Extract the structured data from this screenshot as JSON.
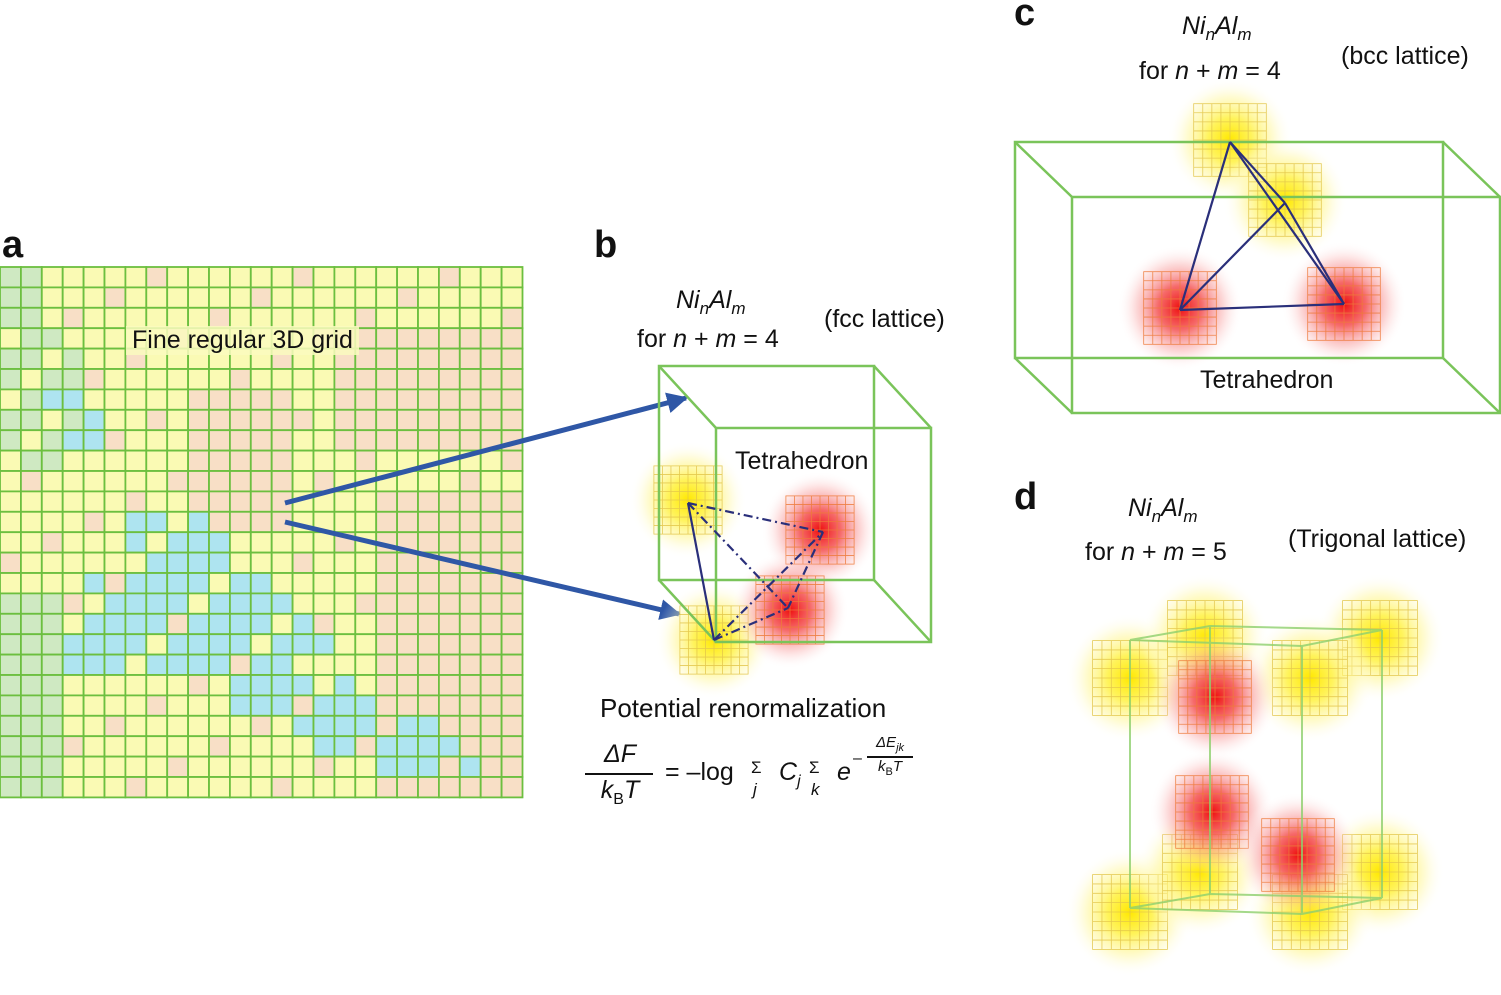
{
  "panels": {
    "a": {
      "letter": "a",
      "grid_label": "Fine regular 3D grid"
    },
    "b": {
      "letter": "b",
      "formula_ni": "Ni",
      "formula_n": "n",
      "formula_al": "Al",
      "formula_m": "m",
      "condition_prefix": "for ",
      "condition_n": "n",
      "condition_plus": " + ",
      "condition_m": "m",
      "condition_equals": " = 4",
      "lattice": "(fcc lattice)",
      "shape_label": "Tetrahedron",
      "renorm_title": "Potential renormalization",
      "eq": {
        "num": "ΔF",
        "den_k": "k",
        "den_sub": "B",
        "den_T": "T",
        "rhs_lead": "= –log",
        "sum1": "Σ",
        "sum1_idx": "j",
        "C": "C",
        "C_sub": "j",
        "sum2": "Σ",
        "sum2_idx": "k",
        "e": "e",
        "minus": "–",
        "exp_num": "ΔE",
        "exp_num_sub": "jk",
        "exp_den_k": "k",
        "exp_den_sub": "B",
        "exp_den_T": "T"
      }
    },
    "c": {
      "letter": "c",
      "formula_ni": "Ni",
      "formula_n": "n",
      "formula_al": "Al",
      "formula_m": "m",
      "condition_prefix": "for ",
      "condition_n": "n",
      "condition_plus": " + ",
      "condition_m": "m",
      "condition_equals": " = 4",
      "lattice": "(bcc lattice)",
      "shape_label": "Tetrahedron"
    },
    "d": {
      "letter": "d",
      "formula_ni": "Ni",
      "formula_n": "n",
      "formula_al": "Al",
      "formula_m": "m",
      "condition_prefix": "for ",
      "condition_n": "n",
      "condition_plus": " + ",
      "condition_m": "m",
      "condition_equals": " = 5",
      "lattice": "(Trigonal lattice)"
    }
  },
  "colors": {
    "grid_line": "#6cbf3f",
    "cell_yellow": "#fafab4",
    "cell_peach": "#f8dfc6",
    "cell_green": "#cfe9c2",
    "cell_blue": "#aee4f0",
    "arrow": "#2f57a6",
    "cube_edge": "#7ac45a",
    "tetra_edge": "#2a2f7a",
    "atom_yellow": "#ffee22",
    "atom_red": "#ee1f1f",
    "atom_grid_yellow": "#e3c64a",
    "atom_grid_red": "#ee7a3a"
  }
}
